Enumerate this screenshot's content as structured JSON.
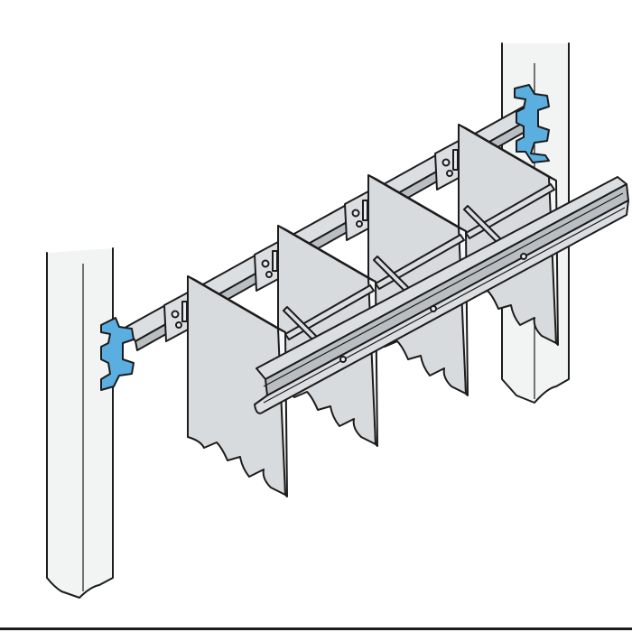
{
  "colors": {
    "accent": "#5aaee0",
    "fin": "#d7dbde",
    "rail": "#dcdfe2"
  },
  "diagram": {
    "fin_count": 4,
    "bracket_count": 4,
    "clip_count": 2
  }
}
